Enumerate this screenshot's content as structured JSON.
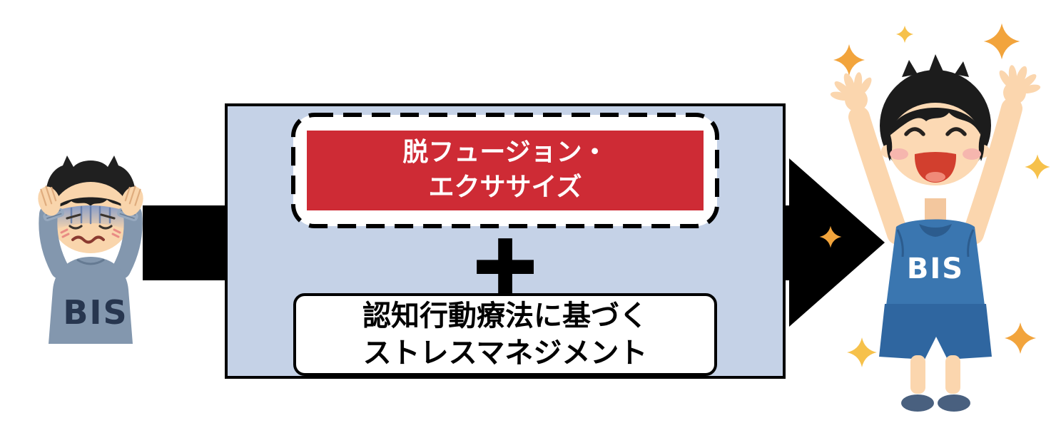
{
  "diagram": {
    "left_label": "BIS",
    "right_label": "BIS",
    "defusion": {
      "line1": "脱フュージョン・",
      "line2": "エクササイズ"
    },
    "plus": "+",
    "cbt": {
      "line1": "認知行動療法に基づく",
      "line2": "ストレスマネジメント"
    }
  },
  "colors": {
    "process_box_fill": "#c5d2e7",
    "process_box_border": "#000000",
    "defusion_box_fill": "#ce2b35",
    "defusion_text": "#ffffff",
    "cbt_box_fill": "#ffffff",
    "cbt_text": "#000000",
    "arrow": "#000000",
    "plus_sign": "#000000",
    "sparkle_orange": "#f2a43c",
    "sparkle_yellow": "#f6c14b",
    "left_sweater": "#8397ae",
    "left_label_color": "#27364f",
    "right_shirt": "#3a76b0",
    "right_label_color": "#ffffff",
    "skin": "#fbd6ae"
  }
}
